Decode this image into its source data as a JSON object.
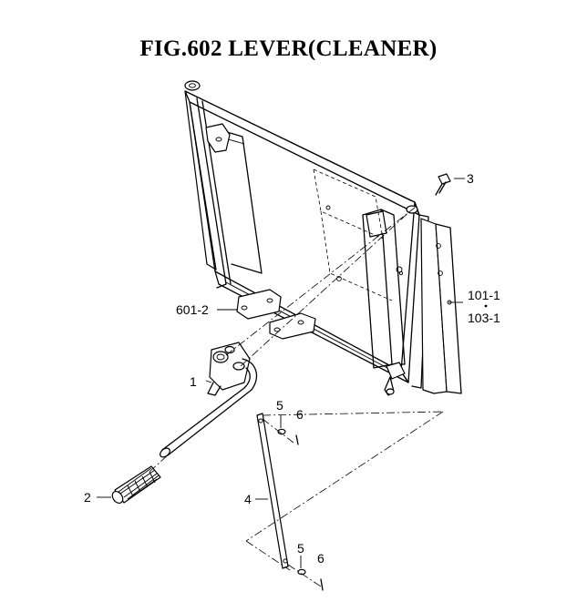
{
  "figure": {
    "title": "FIG.602  LEVER(CLEANER)"
  },
  "callouts": {
    "p1": "1",
    "p2": "2",
    "p3": "3",
    "p4": "4",
    "p5a": "5",
    "p5b": "5",
    "p6a": "6",
    "p6b": "6",
    "p601_2": "601-2",
    "p101_1": "101-1",
    "p103_1": "103-1"
  }
}
